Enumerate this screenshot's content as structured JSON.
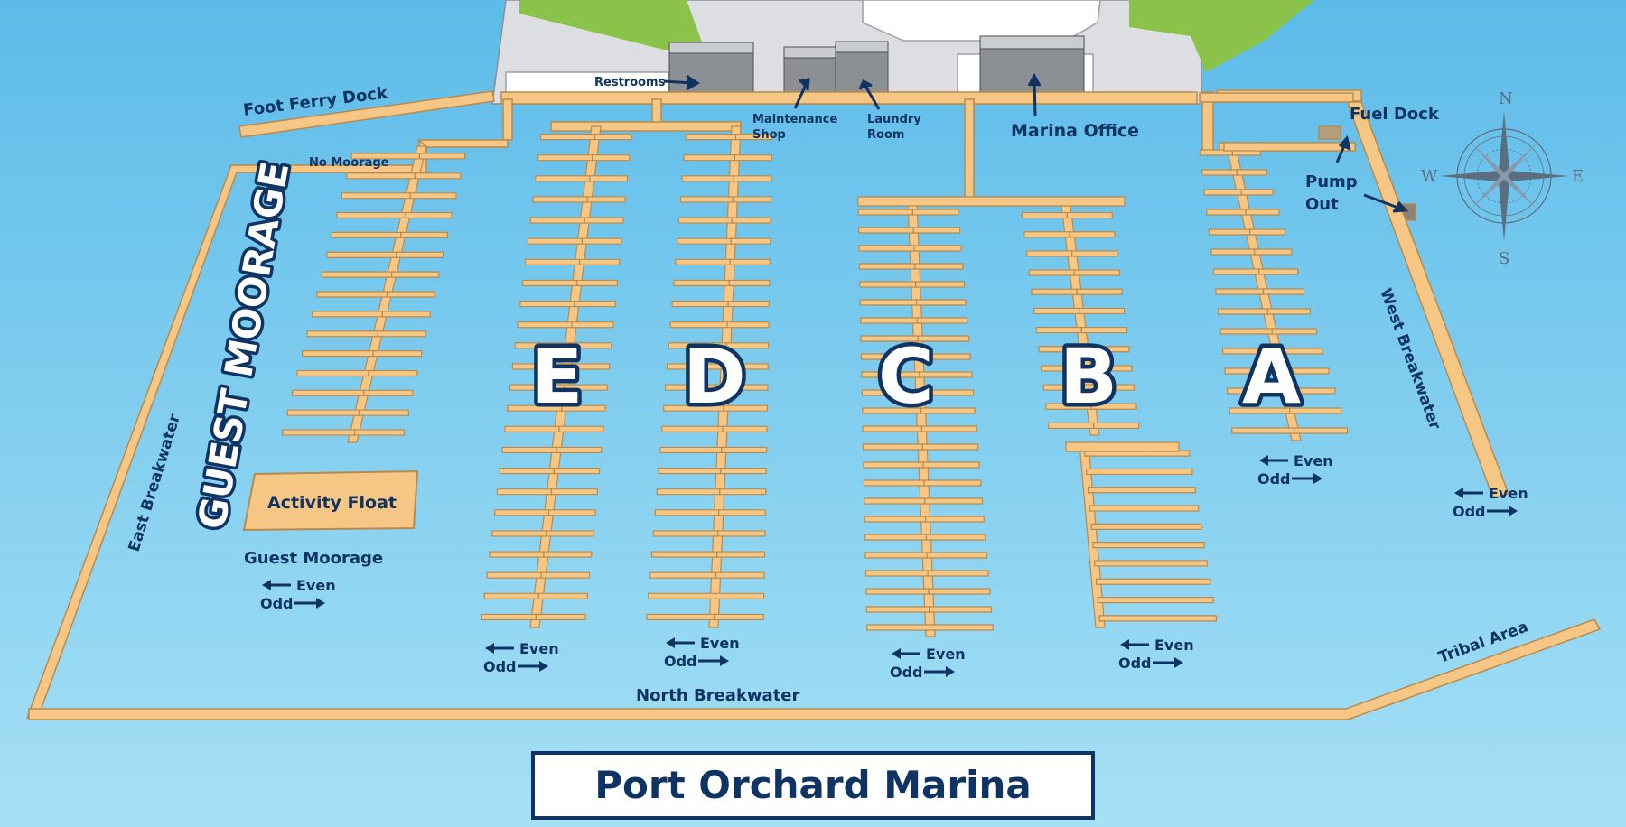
{
  "map": {
    "title": "Port Orchard Marina",
    "guest_moorage_banner": "GUEST MOORAGE",
    "dock_letters": [
      "E",
      "D",
      "C",
      "B",
      "A"
    ],
    "labels": {
      "foot_ferry_dock": "Foot Ferry Dock",
      "restrooms": "Restrooms",
      "maintenance_shop_1": "Maintenance",
      "maintenance_shop_2": "Shop",
      "laundry_room_1": "Laundry",
      "laundry_room_2": "Room",
      "marina_office": "Marina Office",
      "fuel_dock": "Fuel Dock",
      "pump_out_1": "Pump",
      "pump_out_2": "Out",
      "no_moorage": "No Moorage",
      "east_breakwater": "East Breakwater",
      "west_breakwater": "West Breakwater",
      "north_breakwater": "North Breakwater",
      "tribal_area": "Tribal Area",
      "activity_float": "Activity Float",
      "guest_moorage": "Guest Moorage"
    },
    "side_note": {
      "even": "Even",
      "odd": "Odd"
    },
    "compass": {
      "n": "N",
      "s": "S",
      "e": "E",
      "w": "W"
    }
  },
  "colors": {
    "water_top": "#5cbbe9",
    "water_bottom": "#a6e0f5",
    "dock": "#f5c684",
    "dock_edge": "#b88a4d",
    "label": "#0f3463",
    "grass": "#8bc34a",
    "land": "#dcdee2"
  }
}
